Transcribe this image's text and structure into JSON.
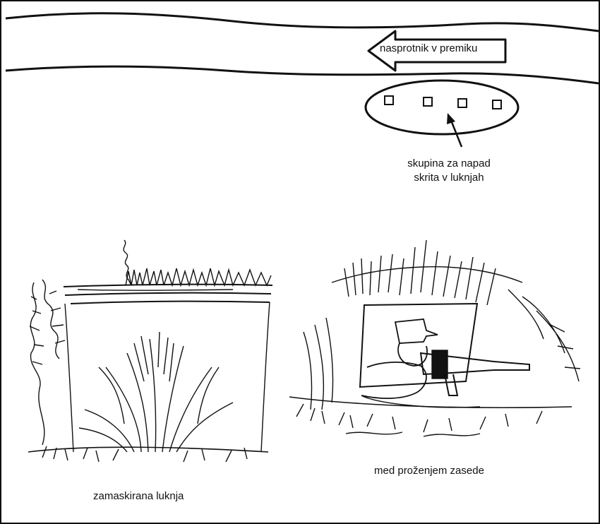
{
  "labels": {
    "road": "nasprotnik v premiku",
    "group_line1": "skupina za napad",
    "group_line2": "skrita v luknjah",
    "hole": "zamaskirana luknja",
    "ambush": "med proženjem zasede"
  },
  "diagram": {
    "hidden_positions": 4
  },
  "colors": {
    "ink": "#111111",
    "paper": "#ffffff"
  }
}
